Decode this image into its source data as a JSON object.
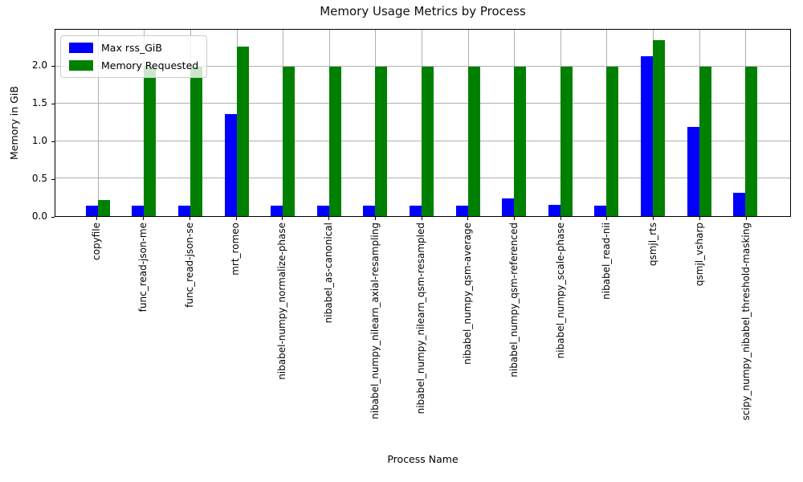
{
  "chart_data": {
    "type": "bar",
    "title": "Memory Usage Metrics by Process",
    "xlabel": "Process Name",
    "ylabel": "Memory in GiB",
    "categories": [
      "copyfile",
      "func_read-json-me",
      "func_read-json-se",
      "mrt_romeo",
      "nibabel-numpy_normalize-phase",
      "nibabel_as-canonical",
      "nibabel_numpy_nilearn_axial-resampling",
      "nibabel_numpy_nilearn_qsm-resampled",
      "nibabel_numpy_qsm-average",
      "nibabel_numpy_qsm-referenced",
      "nibabel_numpy_scale-phase",
      "nibabel_read-nii",
      "qsmjl_rts",
      "qsmjl_vsharp",
      "scipy_numpy_nibabel_threshold-masking"
    ],
    "series": [
      {
        "name": "Max rss_GiB",
        "color": "#0000ff",
        "values": [
          0.14,
          0.14,
          0.14,
          1.36,
          0.14,
          0.14,
          0.14,
          0.14,
          0.14,
          0.24,
          0.15,
          0.14,
          2.14,
          1.19,
          0.31
        ]
      },
      {
        "name": "Memory Requested",
        "color": "#008000",
        "values": [
          0.21,
          2.0,
          2.0,
          2.26,
          2.0,
          2.0,
          2.0,
          2.0,
          2.0,
          2.0,
          2.0,
          2.0,
          2.35,
          2.0,
          2.0
        ]
      }
    ],
    "ylim": [
      0,
      2.49
    ],
    "yticks": [
      "0.0",
      "0.5",
      "1.0",
      "1.5",
      "2.0"
    ],
    "grid": true,
    "grid_color": "#b0b0b0",
    "legend_position": "upper left"
  }
}
